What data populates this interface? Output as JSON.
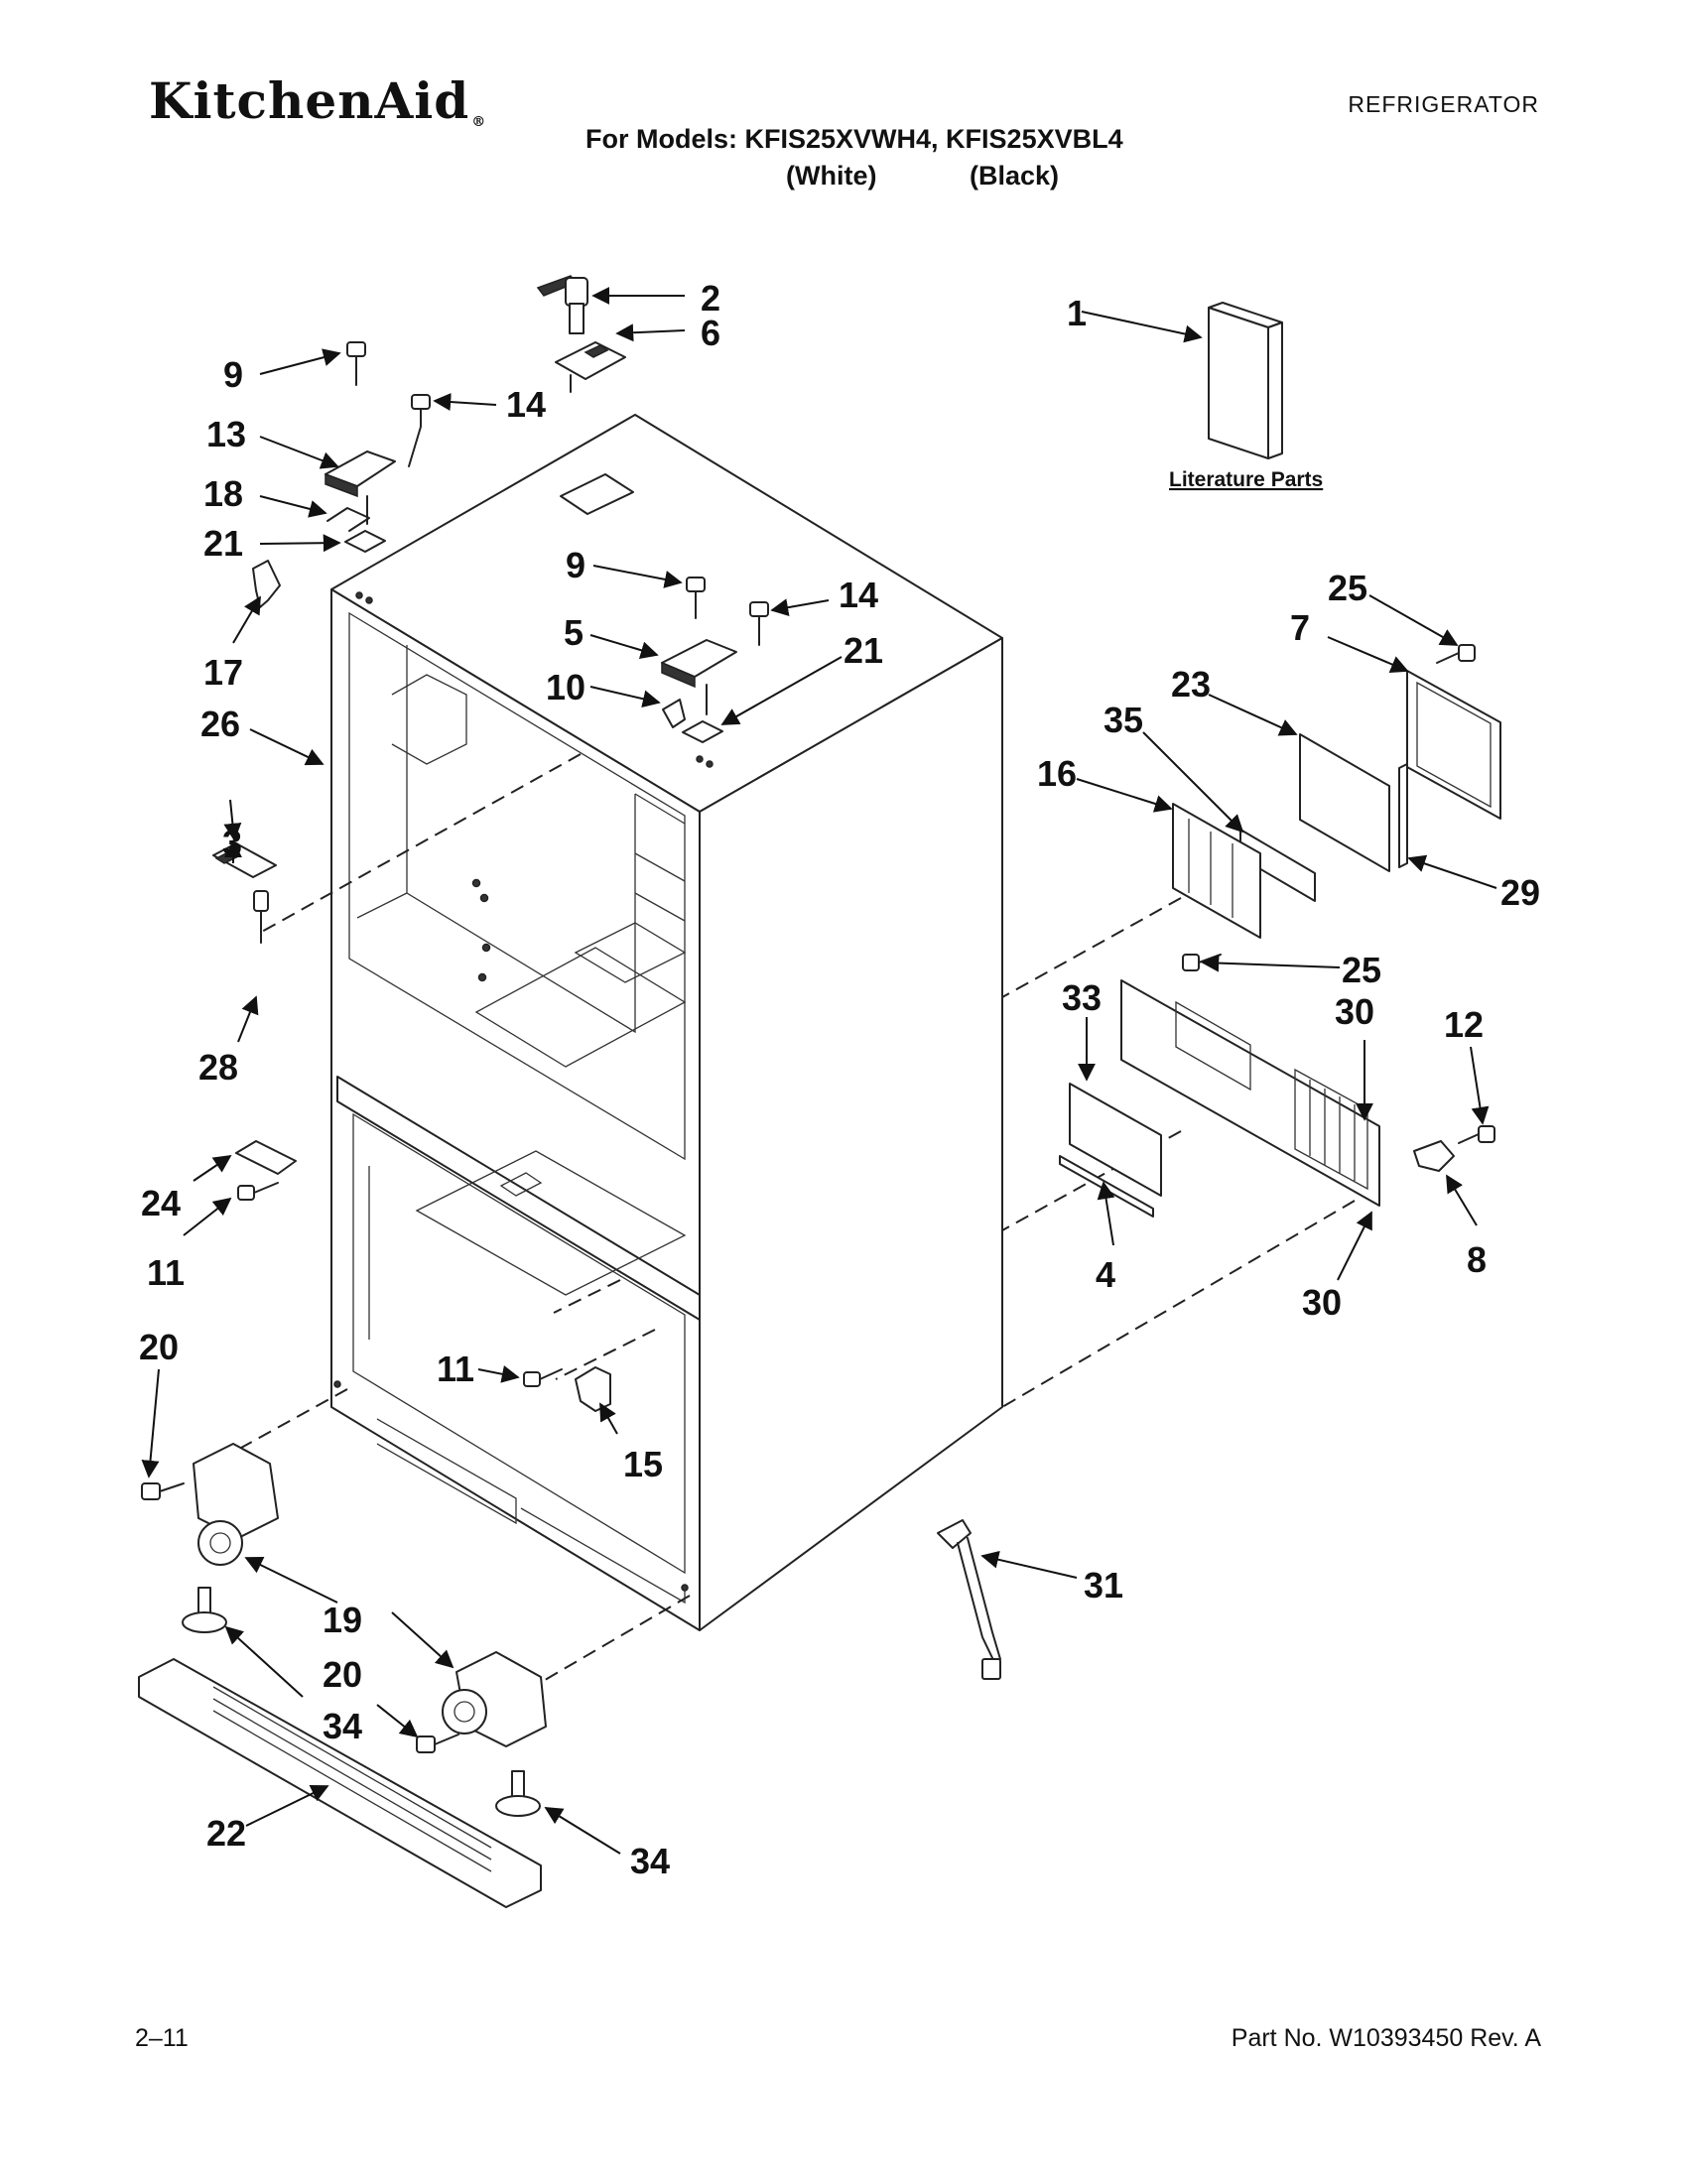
{
  "header": {
    "brand": "KitchenAid",
    "brand_mark": "®",
    "doc_type": "REFRIGERATOR",
    "models_line": "For Models: KFIS25XVWH4, KFIS25XVBL4",
    "color_white": "(White)",
    "color_black": "(Black)"
  },
  "literature_label": "Literature Parts",
  "callouts": {
    "c1": "1",
    "c2": "2",
    "c3": "3",
    "c4": "4",
    "c5": "5",
    "c6": "6",
    "c7": "7",
    "c8": "8",
    "c9a": "9",
    "c9b": "9",
    "c10": "10",
    "c11a": "11",
    "c11b": "11",
    "c12": "12",
    "c13": "13",
    "c14a": "14",
    "c14b": "14",
    "c15": "15",
    "c16": "16",
    "c17": "17",
    "c18": "18",
    "c19": "19",
    "c20a": "20",
    "c20b": "20",
    "c21a": "21",
    "c21b": "21",
    "c22": "22",
    "c23": "23",
    "c24": "24",
    "c25a": "25",
    "c25b": "25",
    "c26": "26",
    "c28": "28",
    "c29": "29",
    "c30a": "30",
    "c30b": "30",
    "c31": "31",
    "c33": "33",
    "c34a": "34",
    "c34b": "34",
    "c35": "35"
  },
  "footer": {
    "left": "2–11",
    "right": "Part No. W10393450 Rev. A"
  }
}
